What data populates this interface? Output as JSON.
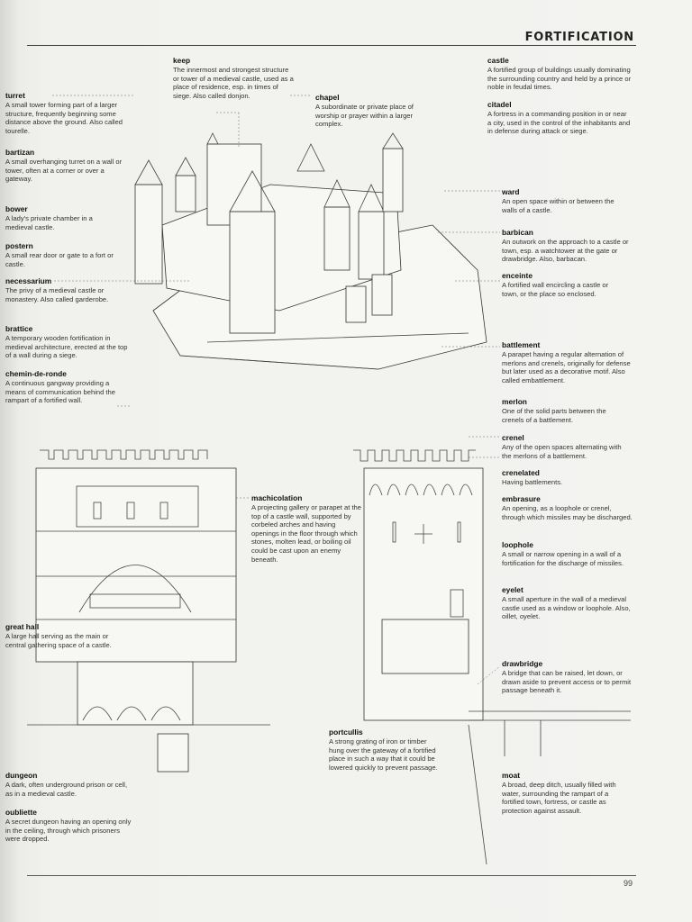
{
  "header": {
    "title": "FORTIFICATION"
  },
  "footer": {
    "page_number": "99"
  },
  "terms": {
    "keep": {
      "term": "keep",
      "def": "The innermost and strongest structure or tower of a medieval castle, used as a place of residence, esp. in times of siege. Also called donjon."
    },
    "chapel": {
      "term": "chapel",
      "def": "A subordinate or private place of worship or prayer within a larger complex."
    },
    "castle": {
      "term": "castle",
      "def": "A fortified group of buildings usually dominating the surrounding country and held by a prince or noble in feudal times."
    },
    "citadel": {
      "term": "citadel",
      "def": "A fortress in a commanding position in or near a city, used in the control of the inhabitants and in defense during attack or siege."
    },
    "turret": {
      "term": "turret",
      "def": "A small tower forming part of a larger structure, frequently beginning some distance above the ground. Also called tourelle."
    },
    "bartizan": {
      "term": "bartizan",
      "def": "A small overhanging turret on a wall or tower, often at a corner or over a gateway."
    },
    "bower": {
      "term": "bower",
      "def": "A lady's private chamber in a medieval castle."
    },
    "postern": {
      "term": "postern",
      "def": "A small rear door or gate to a fort or castle."
    },
    "necessarium": {
      "term": "necessarium",
      "def": "The privy of a medieval castle or monastery. Also called garderobe."
    },
    "brattice": {
      "term": "brattice",
      "def": "A temporary wooden fortification in medieval architecture, erected at the top of a wall during a siege."
    },
    "chemin_de_ronde": {
      "term": "chemin-de-ronde",
      "def": "A continuous gangway providing a means of communication behind the rampart of a fortified wall."
    },
    "ward": {
      "term": "ward",
      "def": "An open space within or between the walls of a castle."
    },
    "barbican": {
      "term": "barbican",
      "def": "An outwork on the approach to a castle or town, esp. a watchtower at the gate or drawbridge. Also, barbacan."
    },
    "enceinte": {
      "term": "enceinte",
      "def": "A fortified wall encircling a castle or town, or the place so enclosed."
    },
    "battlement": {
      "term": "battlement",
      "def": "A parapet having a regular alternation of merlons and crenels, originally for defense but later used as a decorative motif. Also called embattlement."
    },
    "merlon": {
      "term": "merlon",
      "def": "One of the solid parts between the crenels of a battlement."
    },
    "crenel": {
      "term": "crenel",
      "def": "Any of the open spaces alternating with the merlons of a battlement."
    },
    "crenelated": {
      "term": "crenelated",
      "def": "Having battlements."
    },
    "embrasure": {
      "term": "embrasure",
      "def": "An opening, as a loophole or crenel, through which missiles may be discharged."
    },
    "loophole": {
      "term": "loophole",
      "def": "A small or narrow opening in a wall of a fortification for the discharge of missiles."
    },
    "eyelet": {
      "term": "eyelet",
      "def": "A small aperture in the wall of a medieval castle used as a window or loophole. Also, oillet, oyelet."
    },
    "machicolation": {
      "term": "machicolation",
      "def": "A projecting gallery or parapet at the top of a castle wall, supported by corbeled arches and having openings in the floor through which stones, molten lead, or boiling oil could be cast upon an enemy beneath."
    },
    "great_hall": {
      "term": "great hall",
      "def": "A large hall serving as the main or central gathering space of a castle."
    },
    "drawbridge": {
      "term": "drawbridge",
      "def": "A bridge that can be raised, let down, or drawn aside to prevent access or to permit passage beneath it."
    },
    "portcullis": {
      "term": "portcullis",
      "def": "A strong grating of iron or timber hung over the gateway of a fortified place in such a way that it could be lowered quickly to prevent passage."
    },
    "moat": {
      "term": "moat",
      "def": "A broad, deep ditch, usually filled with water, surrounding the rampart of a fortified town, fortress, or castle as protection against assault."
    },
    "dungeon": {
      "term": "dungeon",
      "def": "A dark, often underground prison or cell, as in a medieval castle."
    },
    "oubliette": {
      "term": "oubliette",
      "def": "A secret dungeon having an opening only in the ceiling, through which prisoners were dropped."
    }
  }
}
